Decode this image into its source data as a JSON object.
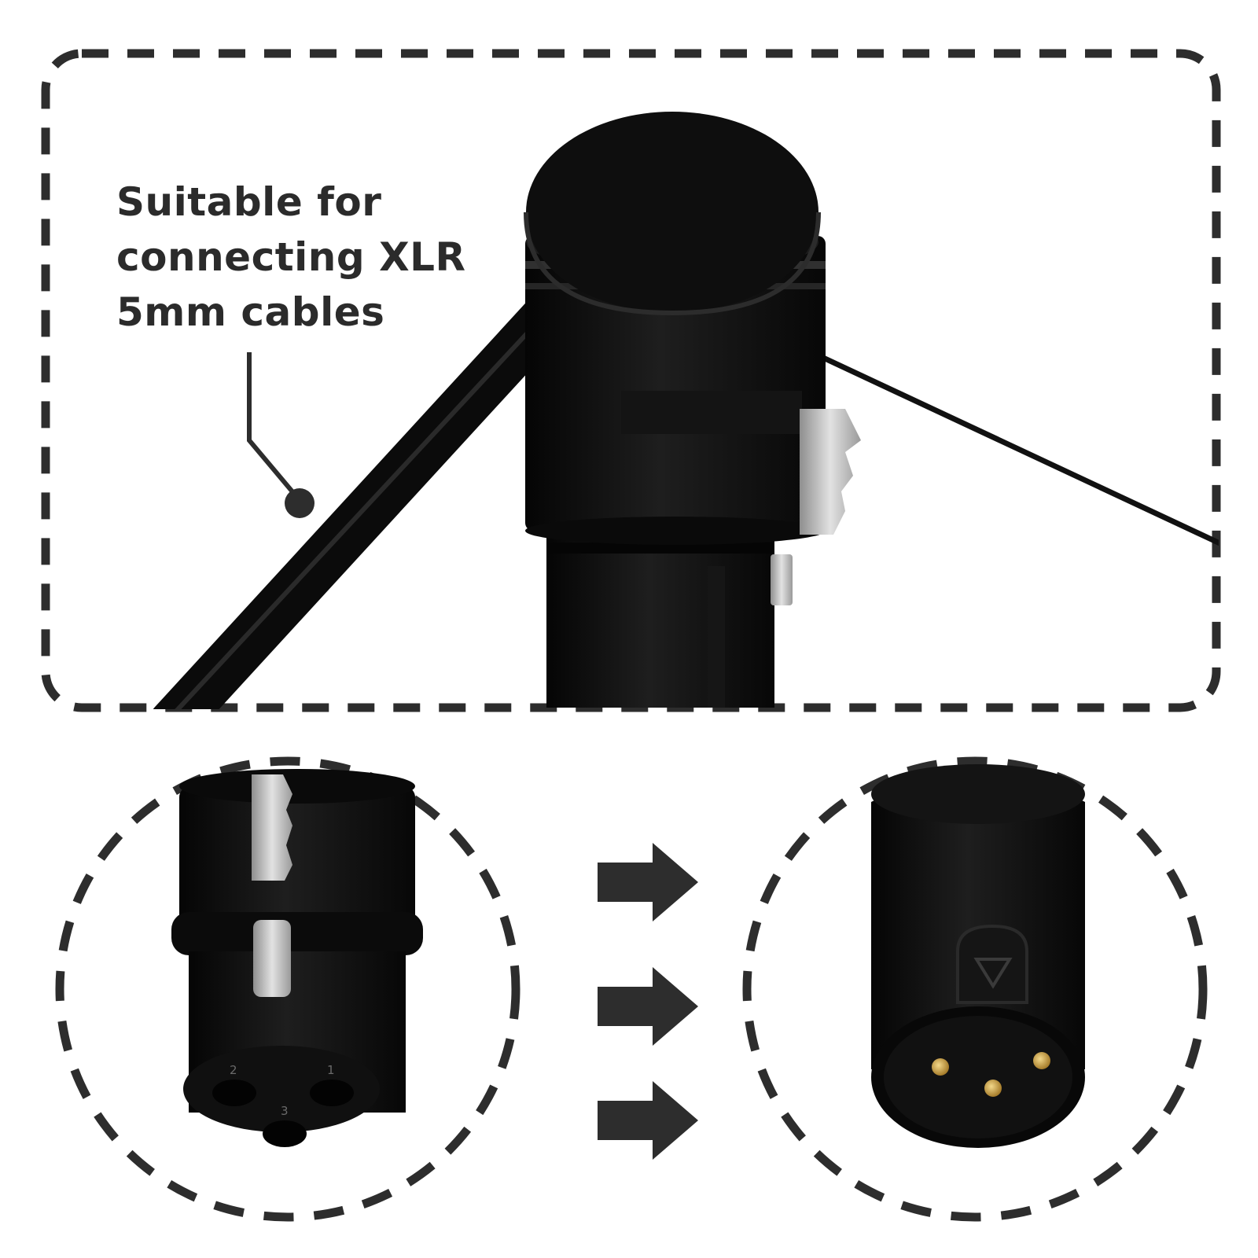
{
  "caption": {
    "lines": [
      "Suitable for",
      "connecting XLR",
      "5mm cables"
    ]
  },
  "colors": {
    "text": "#2b2b2b",
    "dash": "#2d2d2d",
    "connector_body": "#0d0d0d",
    "metal_latch": "#bdbdbd",
    "gold_pin": "#c9a24a",
    "background": "#ffffff"
  },
  "icons": [
    "arrow-right-icon",
    "arrow-right-icon",
    "arrow-right-icon"
  ],
  "connectors": {
    "female": {
      "pin_labels": [
        "2",
        "3",
        "1"
      ]
    },
    "male": {
      "pin_count": 3
    }
  }
}
